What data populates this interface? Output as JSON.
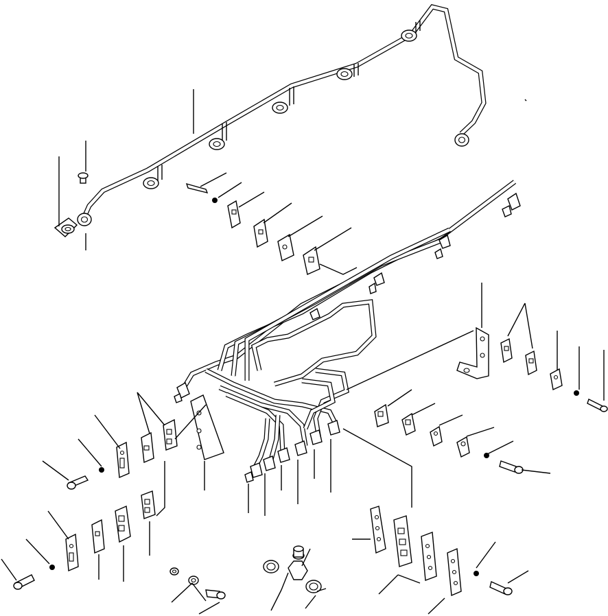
{
  "figure": {
    "kind": "exploded-parts-diagram",
    "background": "#ffffff",
    "line_color": "#000000"
  },
  "parts": [
    {
      "id": "return-fuel-line",
      "icon": "bent-tube-icon"
    },
    {
      "id": "fuel-injection-lines-bundle",
      "icon": "tube-bundle-icon"
    },
    {
      "id": "upper-clamp-set",
      "icon": "clamp-icon"
    },
    {
      "id": "right-bracket-clamp-set",
      "icon": "clamp-icon"
    },
    {
      "id": "center-clamp-set",
      "icon": "clamp-icon"
    },
    {
      "id": "left-bracket-clamp-set",
      "icon": "clamp-icon"
    },
    {
      "id": "lower-left-clamp-set",
      "icon": "clamp-icon"
    },
    {
      "id": "lower-right-clamp-set",
      "icon": "clamp-icon"
    },
    {
      "id": "banjo-fitting",
      "icon": "banjo-fitting-icon"
    },
    {
      "id": "washer-and-bolt-set",
      "icon": "bolt-icon"
    }
  ]
}
